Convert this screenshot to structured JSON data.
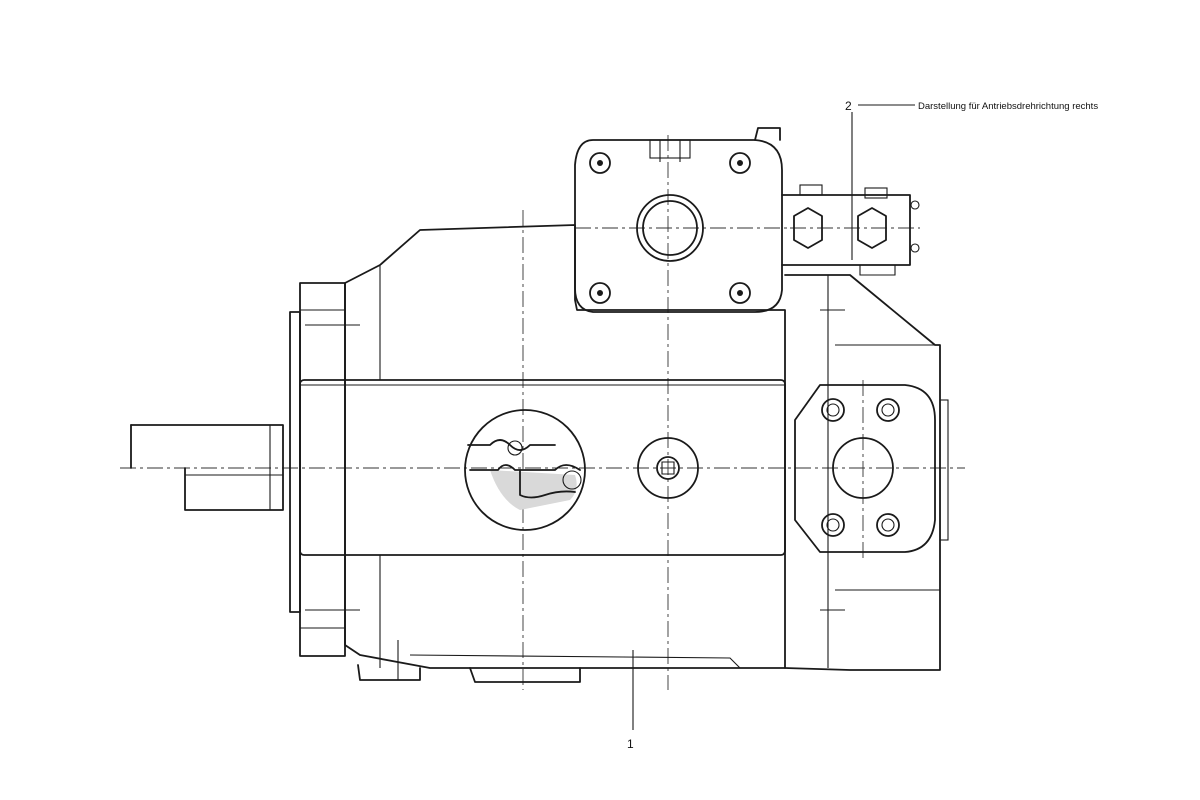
{
  "callouts": {
    "c1": {
      "number": "1"
    },
    "c2": {
      "number": "2",
      "text": "Darstellung für Antriebsdrehrichtung rechts"
    }
  },
  "colors": {
    "ink": "#1a1a1a",
    "paper": "#ffffff"
  }
}
